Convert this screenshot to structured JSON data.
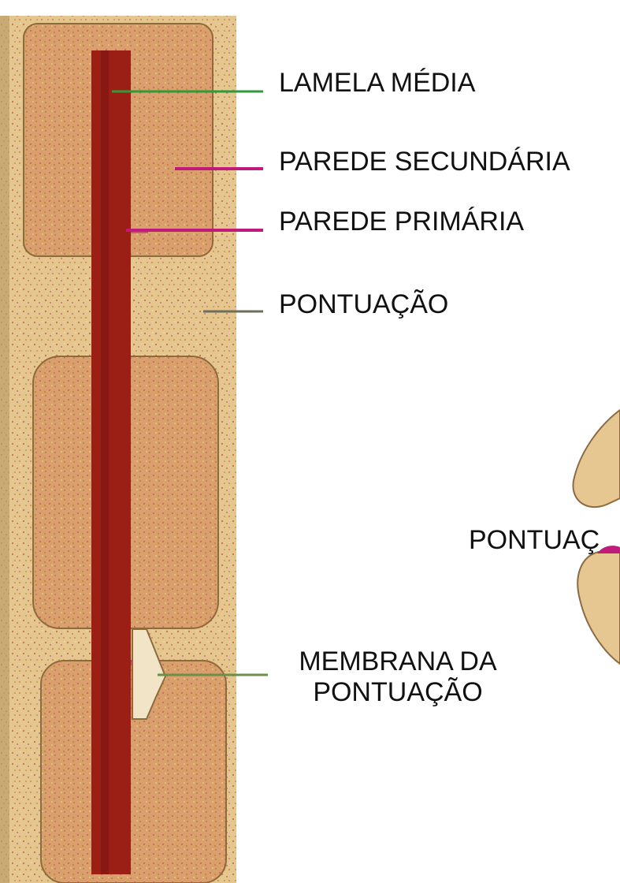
{
  "labels": {
    "lamela_media": "LAMELA MÉDIA",
    "parede_secundaria": "PAREDE SECUNDÁRIA",
    "parede_primaria": "PAREDE PRIMÁRIA",
    "pontuacao": "PONTUAÇÃO",
    "pontuacao_right": "PONTUAÇ",
    "membrana_line1": "MEMBRANA DA",
    "membrana_line2": "PONTUAÇÃO"
  },
  "colors": {
    "background": "#ffffff",
    "tissue": "#e2bf82",
    "tissue_dots": "#c9714c",
    "cell_fill": "#dca774",
    "cell_outline": "#8f6a3a",
    "lamela": "#9c1f16",
    "leader_green": "#2f9a37",
    "leader_magenta": "#c01a7a",
    "leader_gray": "#6e6e5a",
    "pit_membrane": "#f1e4c7"
  }
}
